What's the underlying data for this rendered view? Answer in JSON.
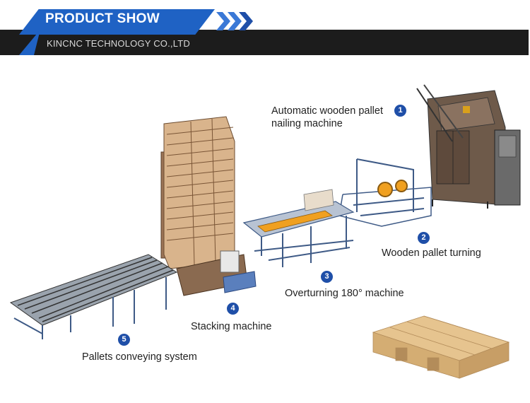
{
  "header": {
    "title": "PRODUCT SHOW",
    "company": "KINCNC TECHNOLOGY CO.,LTD",
    "accent_color": "#1f62c4",
    "band_color": "#1c1c1c"
  },
  "callouts": [
    {
      "number": "1",
      "line1": "Automatic wooden pallet",
      "line2": "nailing machine"
    },
    {
      "number": "2",
      "line1": "Wooden pallet turning",
      "line2": ""
    },
    {
      "number": "3",
      "line1": "Overturning 180° machine",
      "line2": ""
    },
    {
      "number": "4",
      "line1": "Stacking machine",
      "line2": ""
    },
    {
      "number": "5",
      "line1": "Pallets conveying system",
      "line2": ""
    }
  ]
}
